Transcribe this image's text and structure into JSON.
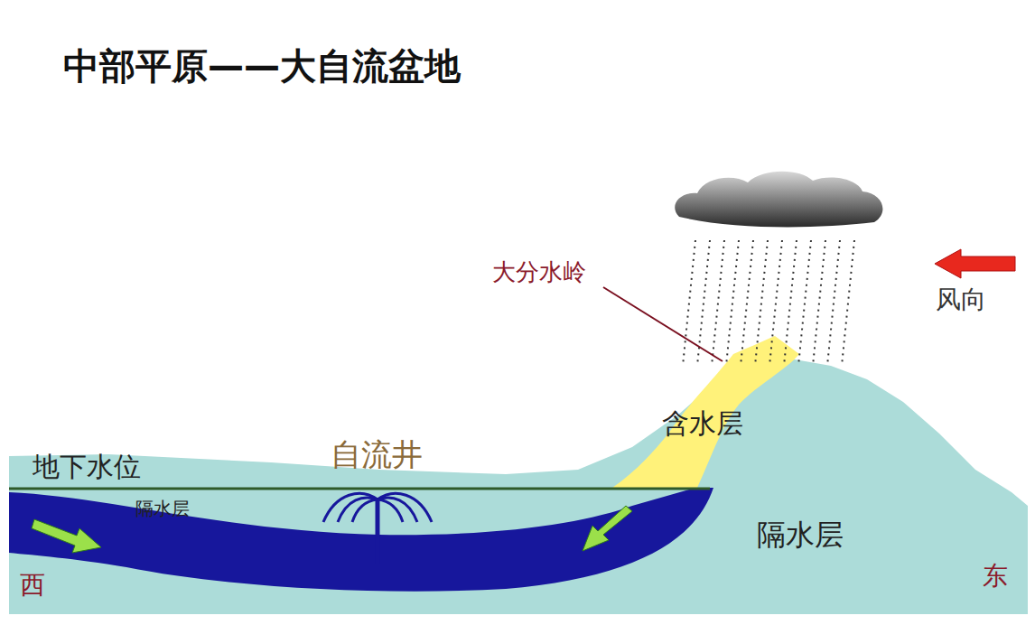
{
  "diagram": {
    "title": "中部平原——大自流盆地",
    "labels": [
      "大分水岭",
      "风向",
      "含水层",
      "地下水位",
      "自流井",
      "隔水层",
      "隔水层",
      "西",
      "东"
    ]
  }
}
